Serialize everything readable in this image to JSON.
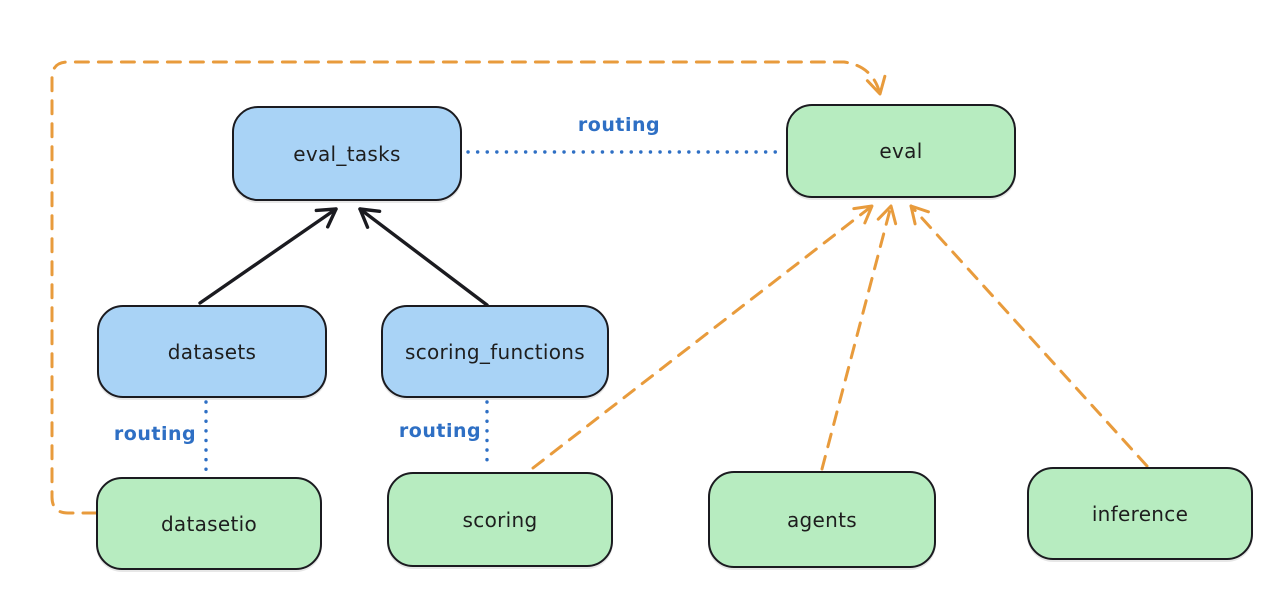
{
  "diagram": {
    "nodes": [
      {
        "id": "eval_tasks",
        "label": "eval_tasks",
        "fill": "blue"
      },
      {
        "id": "eval",
        "label": "eval",
        "fill": "green"
      },
      {
        "id": "datasets",
        "label": "datasets",
        "fill": "blue"
      },
      {
        "id": "scoring_functions",
        "label": "scoring_functions",
        "fill": "blue"
      },
      {
        "id": "datasetio",
        "label": "datasetio",
        "fill": "green"
      },
      {
        "id": "scoring",
        "label": "scoring",
        "fill": "green"
      },
      {
        "id": "agents",
        "label": "agents",
        "fill": "green"
      },
      {
        "id": "inference",
        "label": "inference",
        "fill": "green"
      }
    ],
    "edges": [
      {
        "from": "datasets",
        "to": "eval_tasks",
        "style": "solid-arrow",
        "color": "black",
        "label": ""
      },
      {
        "from": "scoring_functions",
        "to": "eval_tasks",
        "style": "solid-arrow",
        "color": "black",
        "label": ""
      },
      {
        "from": "eval_tasks",
        "to": "eval",
        "style": "dotted",
        "color": "blue",
        "label": "routing"
      },
      {
        "from": "datasets",
        "to": "datasetio",
        "style": "dotted",
        "color": "blue",
        "label": "routing"
      },
      {
        "from": "scoring_functions",
        "to": "scoring",
        "style": "dotted",
        "color": "blue",
        "label": "routing"
      },
      {
        "from": "datasetio",
        "to": "eval",
        "style": "dashed-arrow",
        "color": "orange",
        "label": ""
      },
      {
        "from": "scoring",
        "to": "eval",
        "style": "dashed-arrow",
        "color": "orange",
        "label": ""
      },
      {
        "from": "agents",
        "to": "eval",
        "style": "dashed-arrow",
        "color": "orange",
        "label": ""
      },
      {
        "from": "inference",
        "to": "eval",
        "style": "dashed-arrow",
        "color": "orange",
        "label": ""
      }
    ],
    "colors": {
      "blue_fill": "#a9d3f6",
      "green_fill": "#b7ecc0",
      "node_stroke": "#1b1b20",
      "orange_accent": "#e89b3c",
      "blue_accent": "#2e6fc4"
    }
  }
}
